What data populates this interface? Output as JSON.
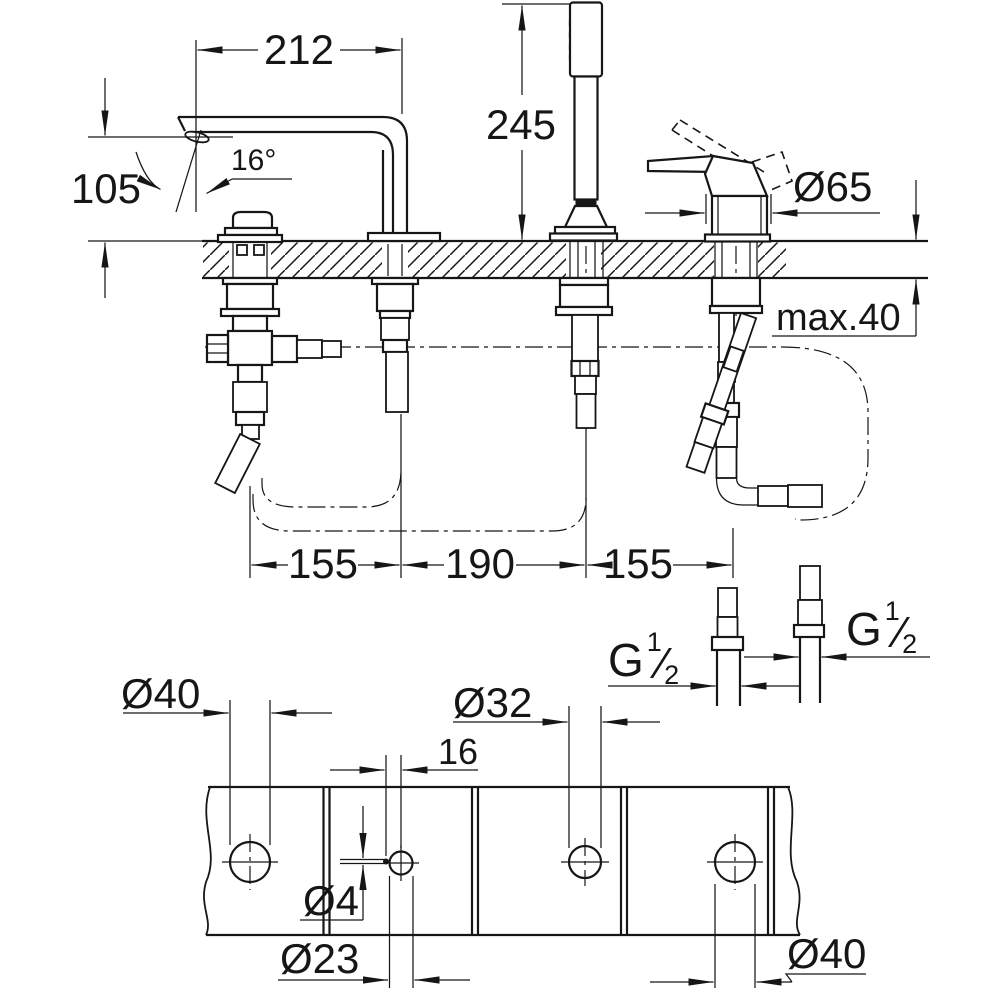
{
  "drawing_type": "faucet-installation-technical-drawing",
  "colors": {
    "line": "#161616",
    "background": "#ffffff"
  },
  "side_view": {
    "spout_reach": "212",
    "spout_height": "105",
    "spout_angle": "16°",
    "handshower_height": "245",
    "handle_diameter": "Ø65",
    "deck_thickness": "max.40",
    "hole_spacing_left": "155",
    "hole_spacing_middle": "190",
    "hole_spacing_right": "155",
    "thread_left": {
      "g": "G",
      "sup": "1",
      "slash": "⁄",
      "sub": "2"
    },
    "thread_right": {
      "g": "G",
      "sup": "1",
      "slash": "⁄",
      "sub": "2"
    }
  },
  "plan_view": {
    "hole1_diameter": "Ø40",
    "hole2_diameter": "Ø32",
    "pilot_offset": "16",
    "pilot_diameter": "Ø4",
    "hole3_diameter": "Ø23",
    "hole4_diameter": "Ø40"
  }
}
